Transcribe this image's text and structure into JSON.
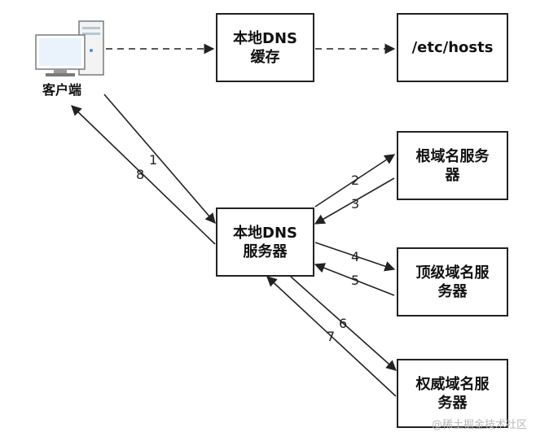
{
  "nodes": {
    "client": "客户端",
    "local_cache": "本地DNS\n缓存",
    "hosts": "/etc/hosts",
    "root_server": "根域名服务\n器",
    "local_dns": "本地DNS\n服务器",
    "tld_server": "顶级域名服\n务器",
    "auth_server": "权威域名服\n务器"
  },
  "steps": [
    "1",
    "2",
    "3",
    "4",
    "5",
    "6",
    "7",
    "8"
  ],
  "watermark": "@稀土掘金技术社区",
  "icons": {
    "client": "desktop-computer-icon"
  }
}
